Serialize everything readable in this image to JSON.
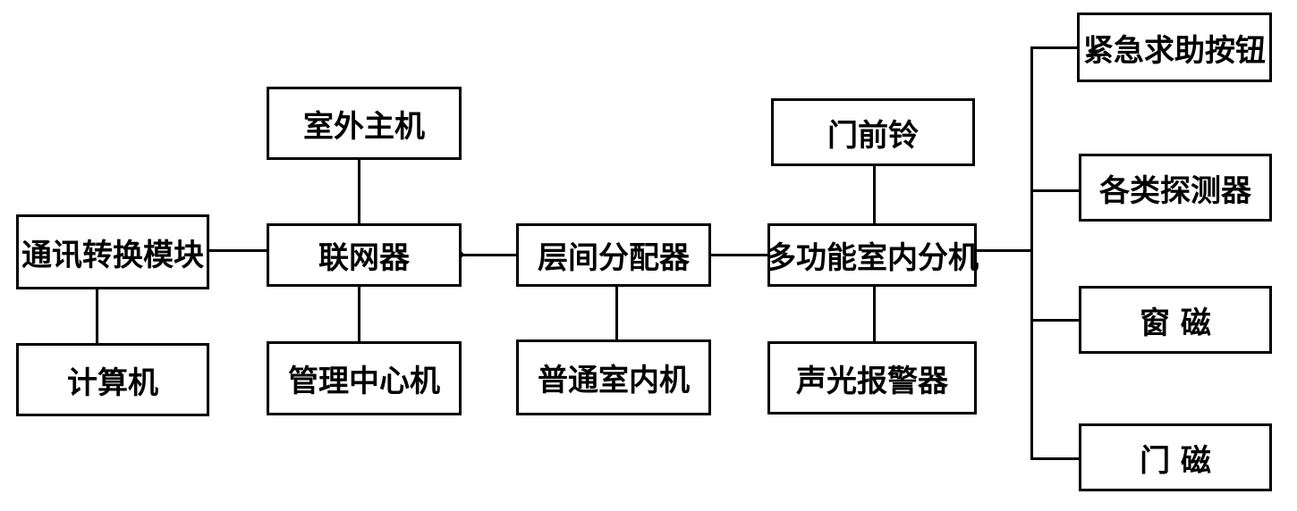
{
  "nodes": {
    "comm_module": "通讯转换模块",
    "computer": "计算机",
    "outdoor_host": "室外主机",
    "networker": "联网器",
    "management_center": "管理中心机",
    "floor_distributor": "层间分配器",
    "normal_indoor": "普通室内机",
    "doorbell": "门前铃",
    "multi_indoor": "多功能室内分机",
    "alarm": "声光报警器",
    "emergency_button": "紧急求助按钮",
    "detectors": "各类探测器",
    "window_magnet": "窗 磁",
    "door_magnet": "门 磁"
  }
}
